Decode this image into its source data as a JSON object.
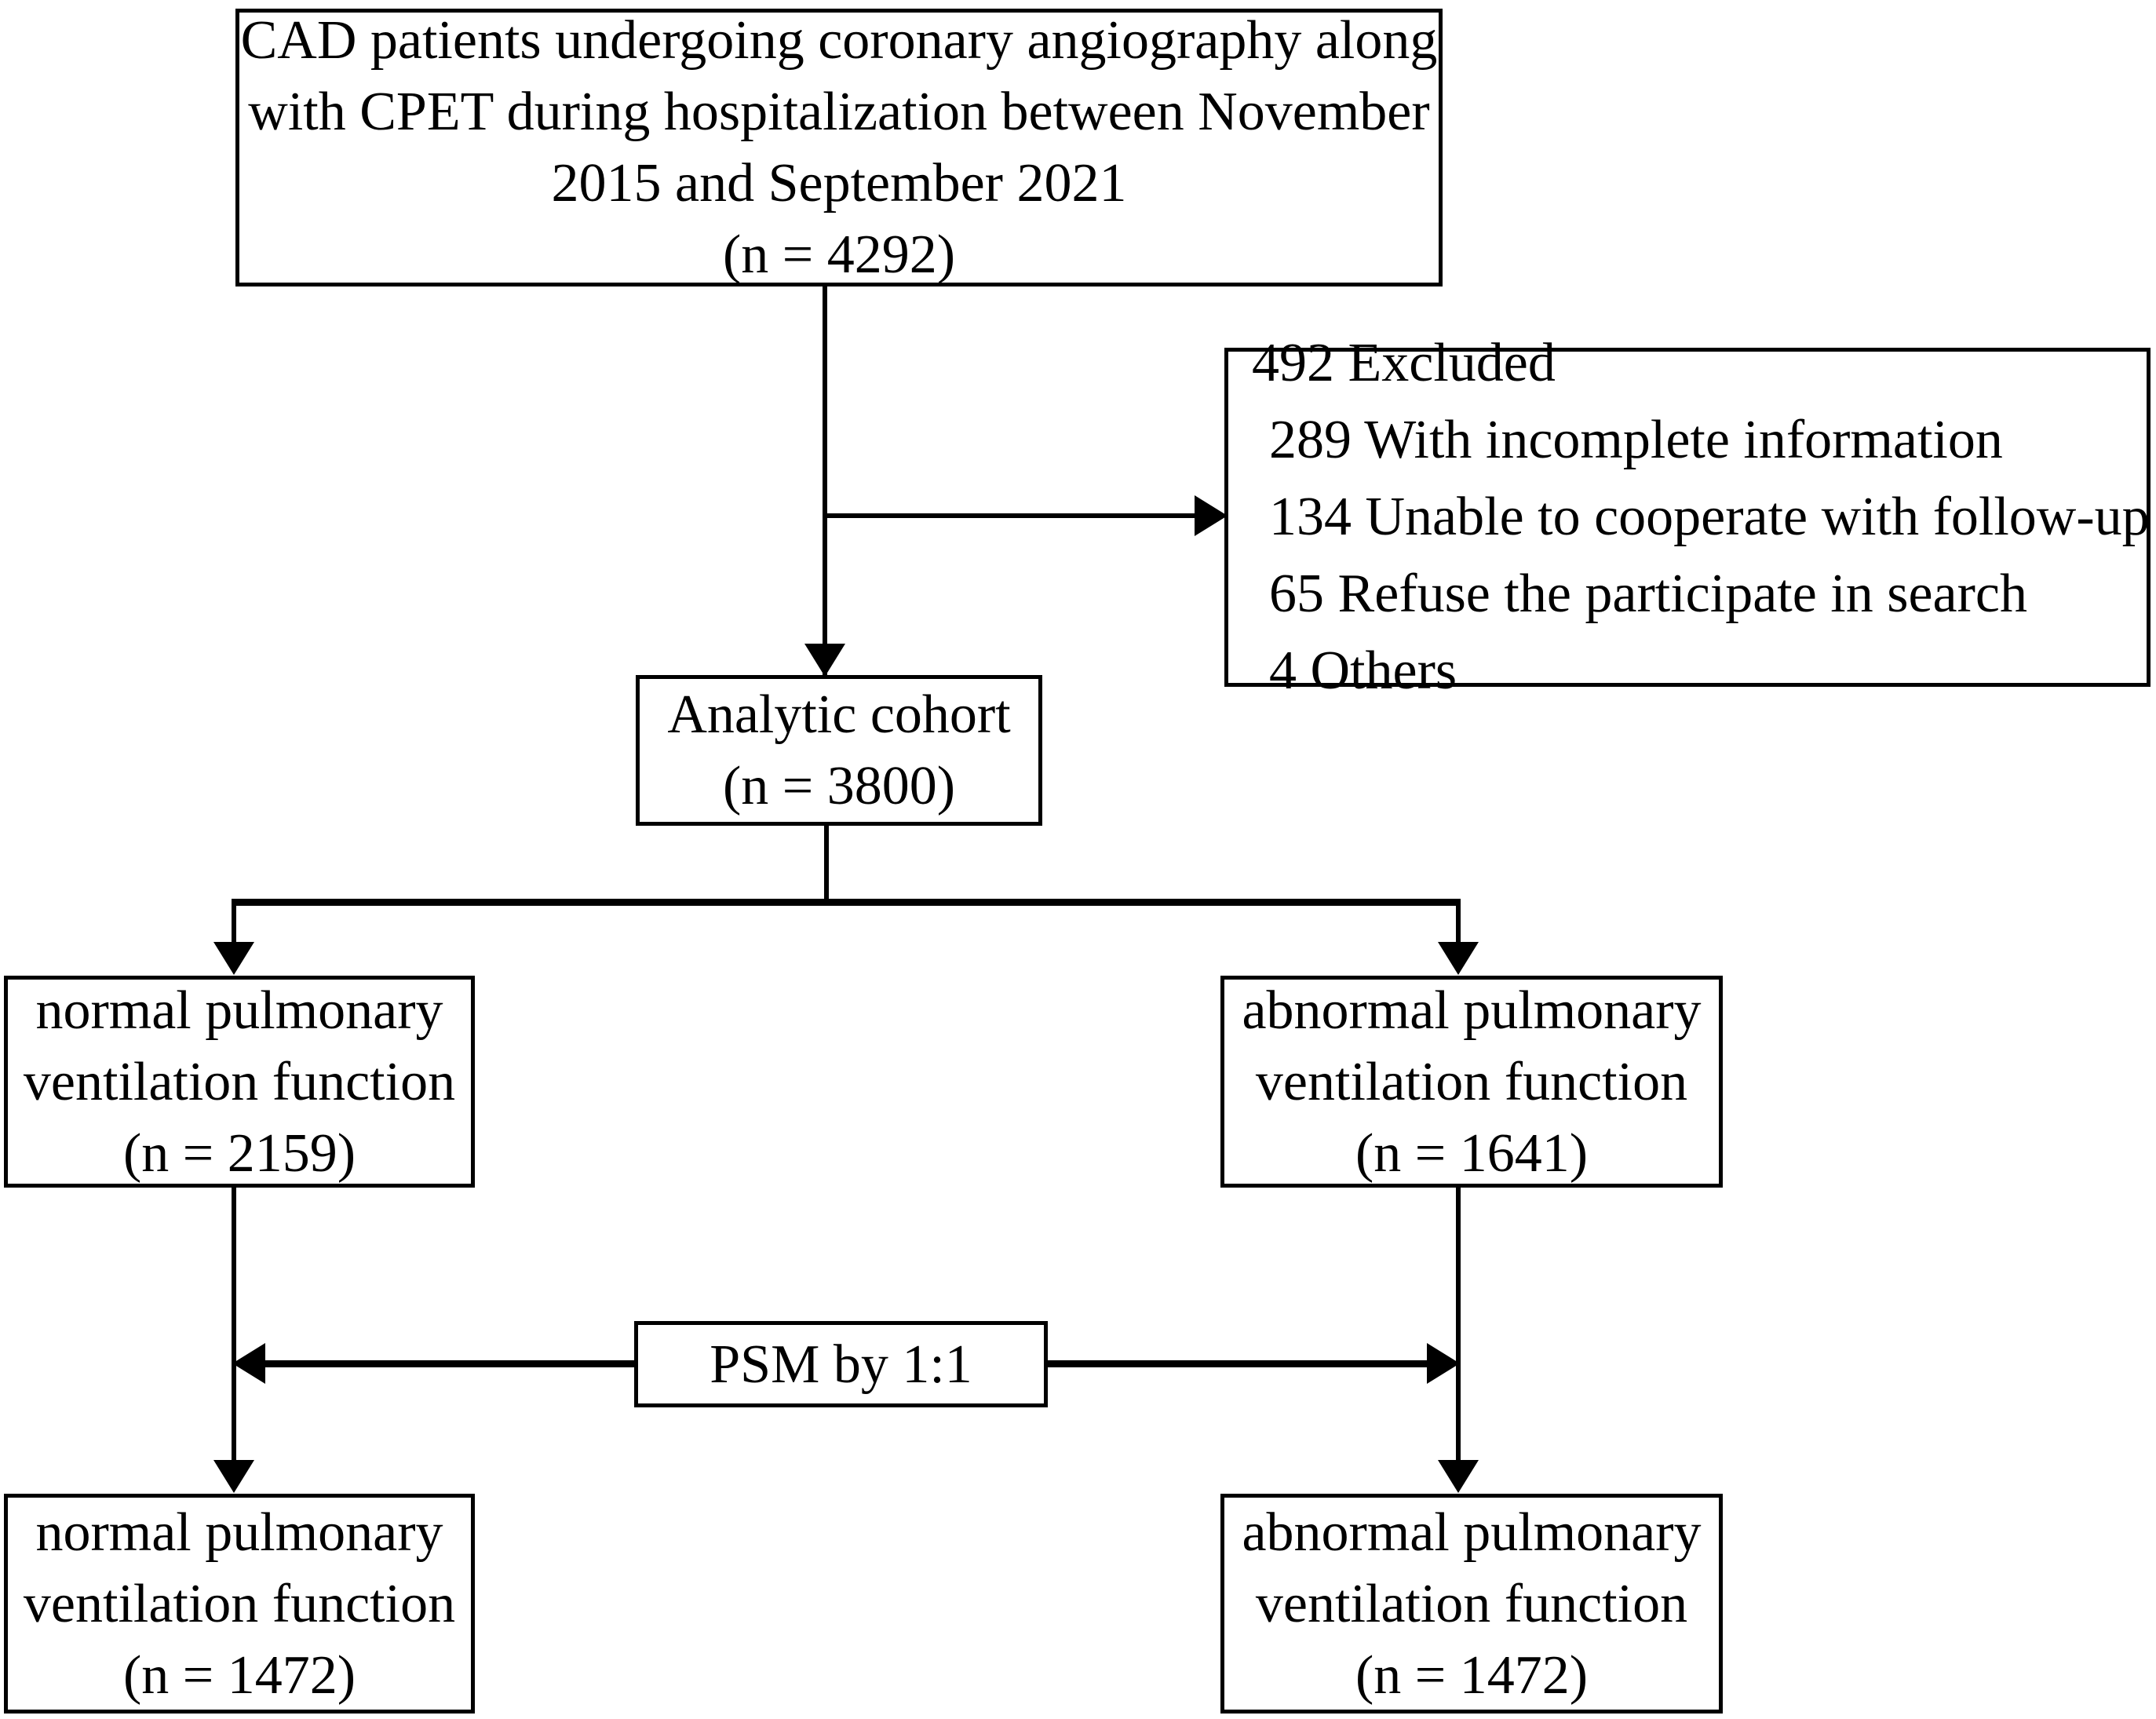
{
  "diagram": {
    "type": "study-flow-diagram",
    "title": "CAD CPET cohort selection and propensity score matching flowchart",
    "line_color": "#000000",
    "box_border_color": "#000000",
    "background_color": "#ffffff"
  },
  "boxes": {
    "source": {
      "name": "source-population",
      "lines": [
        "CAD patients undergoing coronary angiography along",
        "with CPET during hospitalization between November",
        "2015 and September 2021",
        "(n = 4292)"
      ],
      "n": 4292
    },
    "excluded": {
      "name": "excluded-participants",
      "heading": "492 Excluded",
      "total": 492,
      "reasons": [
        {
          "count": 289,
          "label": "289 With incomplete information"
        },
        {
          "count": 134,
          "label": "134 Unable to cooperate with follow-up"
        },
        {
          "count": 65,
          "label": "65 Refuse the participate in search"
        },
        {
          "count": 4,
          "label": "4 Others"
        }
      ]
    },
    "cohort": {
      "name": "analytic-cohort",
      "lines": [
        "Analytic cohort",
        "(n = 3800)"
      ],
      "n": 3800
    },
    "normal_pre": {
      "name": "normal-pulmonary-ventilation-function-pre-psm",
      "lines": [
        "normal pulmonary",
        "ventilation function",
        "(n = 2159)"
      ],
      "n": 2159
    },
    "abnormal_pre": {
      "name": "abnormal-pulmonary-ventilation-function-pre-psm",
      "lines": [
        "abnormal pulmonary",
        "ventilation function",
        "(n = 1641)"
      ],
      "n": 1641
    },
    "psm": {
      "name": "propensity-score-matching",
      "lines": [
        "PSM by 1:1"
      ],
      "ratio": "1:1"
    },
    "normal_post": {
      "name": "normal-pulmonary-ventilation-function-post-psm",
      "lines": [
        "normal pulmonary",
        "ventilation function",
        "(n = 1472)"
      ],
      "n": 1472
    },
    "abnormal_post": {
      "name": "abnormal-pulmonary-ventilation-function-post-psm",
      "lines": [
        "abnormal pulmonary",
        "ventilation function",
        "(n = 1472)"
      ],
      "n": 1472
    }
  }
}
